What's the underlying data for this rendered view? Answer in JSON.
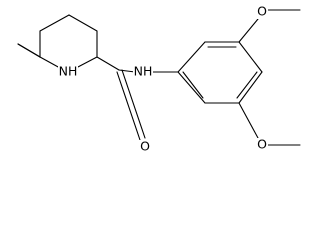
{
  "molecule": {
    "labels": {
      "ring_nitrogen": "NH",
      "amide_nitrogen": "NH",
      "carbonyl_oxygen": "O",
      "methoxy_oxygen_top": "O",
      "methoxy_oxygen_bottom": "O"
    },
    "colors": {
      "bond": "#000000",
      "text": "#000000",
      "background": "#ffffff"
    }
  }
}
